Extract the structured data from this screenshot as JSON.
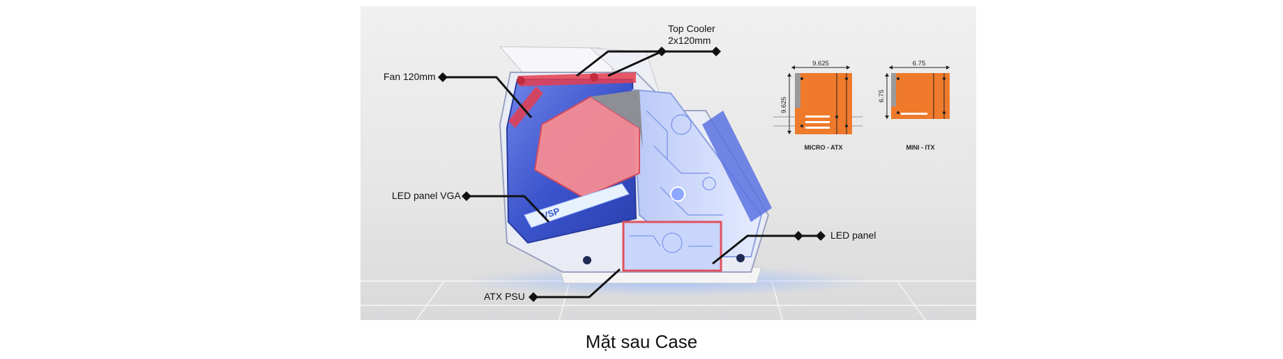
{
  "callouts": {
    "top_cooler_line1": "Top Cooler",
    "top_cooler_line2": "2x120mm",
    "fan": "Fan 120mm",
    "led_panel_vga": "LED panel VGA",
    "led_panel": "LED panel",
    "atx_psu": "ATX PSU"
  },
  "boards": {
    "micro_atx": {
      "name": "MICRO - ATX",
      "width": "9.625",
      "height": "9.625"
    },
    "mini_itx": {
      "name": "MINI - ITX",
      "width": "6.75",
      "height": "6.75"
    }
  },
  "case_logo_text": "VSP",
  "caption": "Mặt sau Case",
  "colors": {
    "background_panel": "#ececec",
    "case_glass_blue": "#4a63d6",
    "highlight_red": "#e53d4f",
    "board_orange": "#ef7a2c"
  }
}
